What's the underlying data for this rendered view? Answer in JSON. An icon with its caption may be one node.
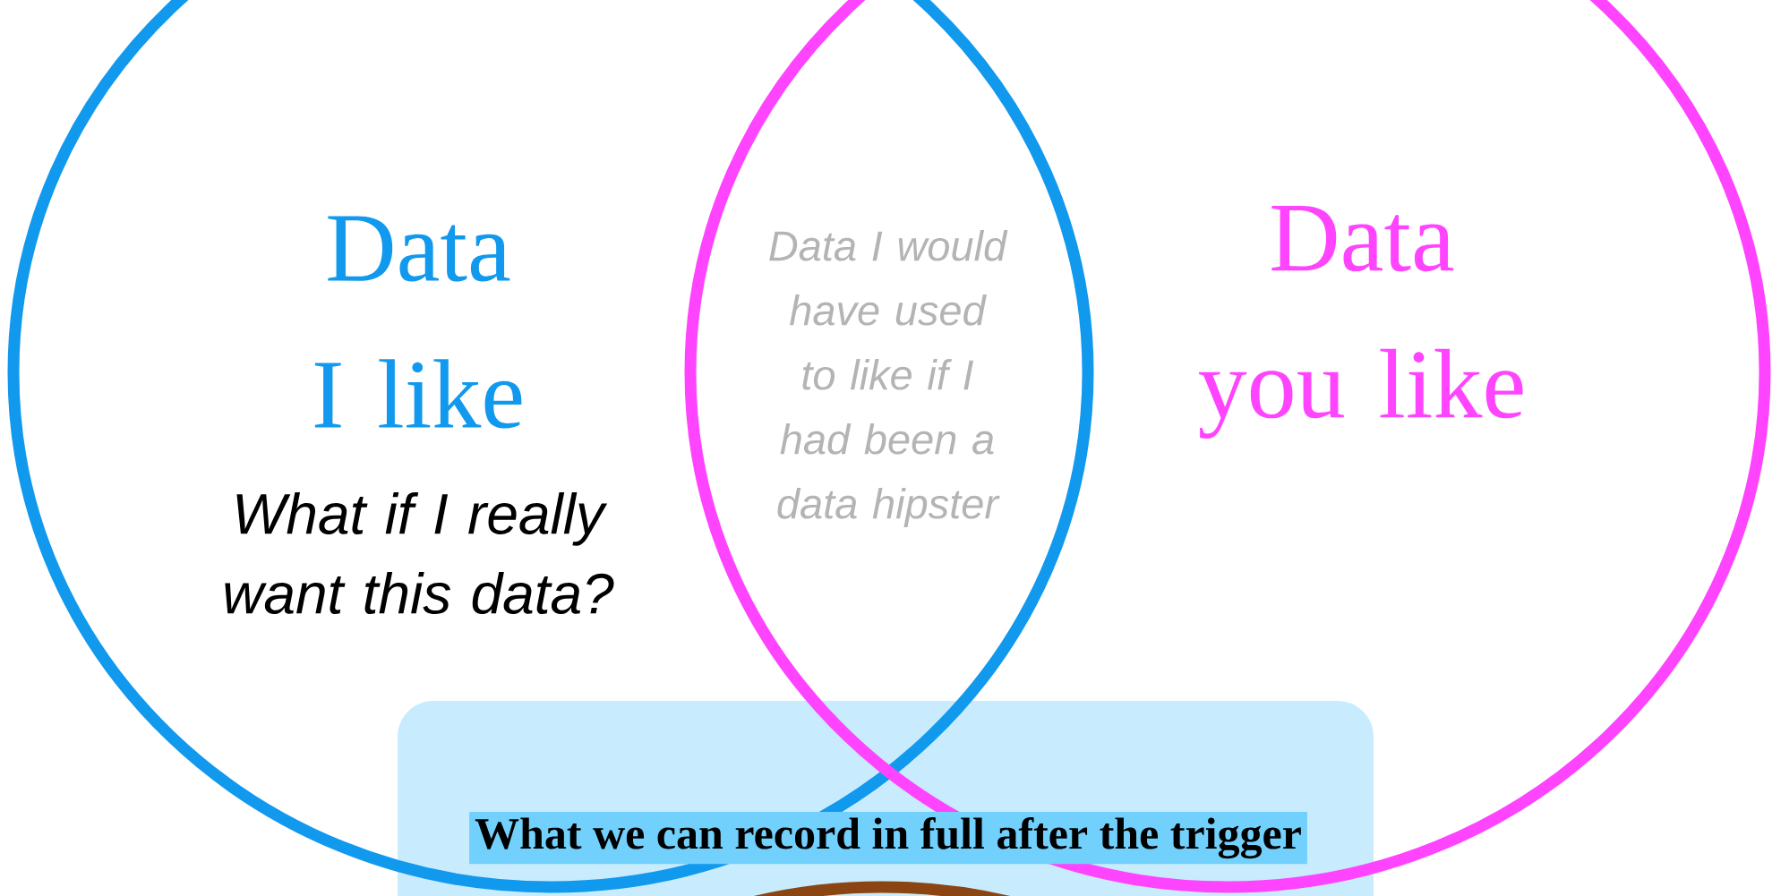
{
  "diagram": {
    "nodes": [
      {
        "text": [
          "Data I like",
          "What if I really want this data?"
        ]
      },
      {
        "text": [
          "Data you like"
        ]
      },
      {
        "text": [
          "What we can record in full after the trigger"
        ]
      },
      {
        "text": [],
        "shape": "circle"
      }
    ],
    "labels": [
      "Data I would have used to like if I had been a data hipster"
    ]
  }
}
